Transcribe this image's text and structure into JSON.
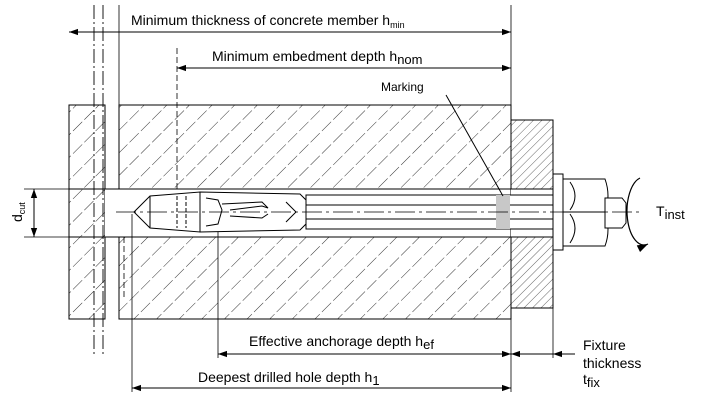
{
  "labels": {
    "min_thickness": {
      "text": "Minimum thickness of concrete member h",
      "sub": "min"
    },
    "min_embedment": {
      "text": "Minimum embedment depth h",
      "sub": "nom"
    },
    "marking": "Marking",
    "d_cut": {
      "text": "d",
      "sub": "cut"
    },
    "t_inst": {
      "text": "T",
      "sub": "inst"
    },
    "effective_depth": {
      "text": "Effective anchorage depth h",
      "sub": "ef"
    },
    "deepest_hole": {
      "text": "Deepest drilled hole depth h",
      "sub": "1"
    },
    "fixture_line1": "Fixture",
    "fixture_line2": "thickness",
    "fixture_t": {
      "text": "t",
      "sub": "fix"
    }
  }
}
